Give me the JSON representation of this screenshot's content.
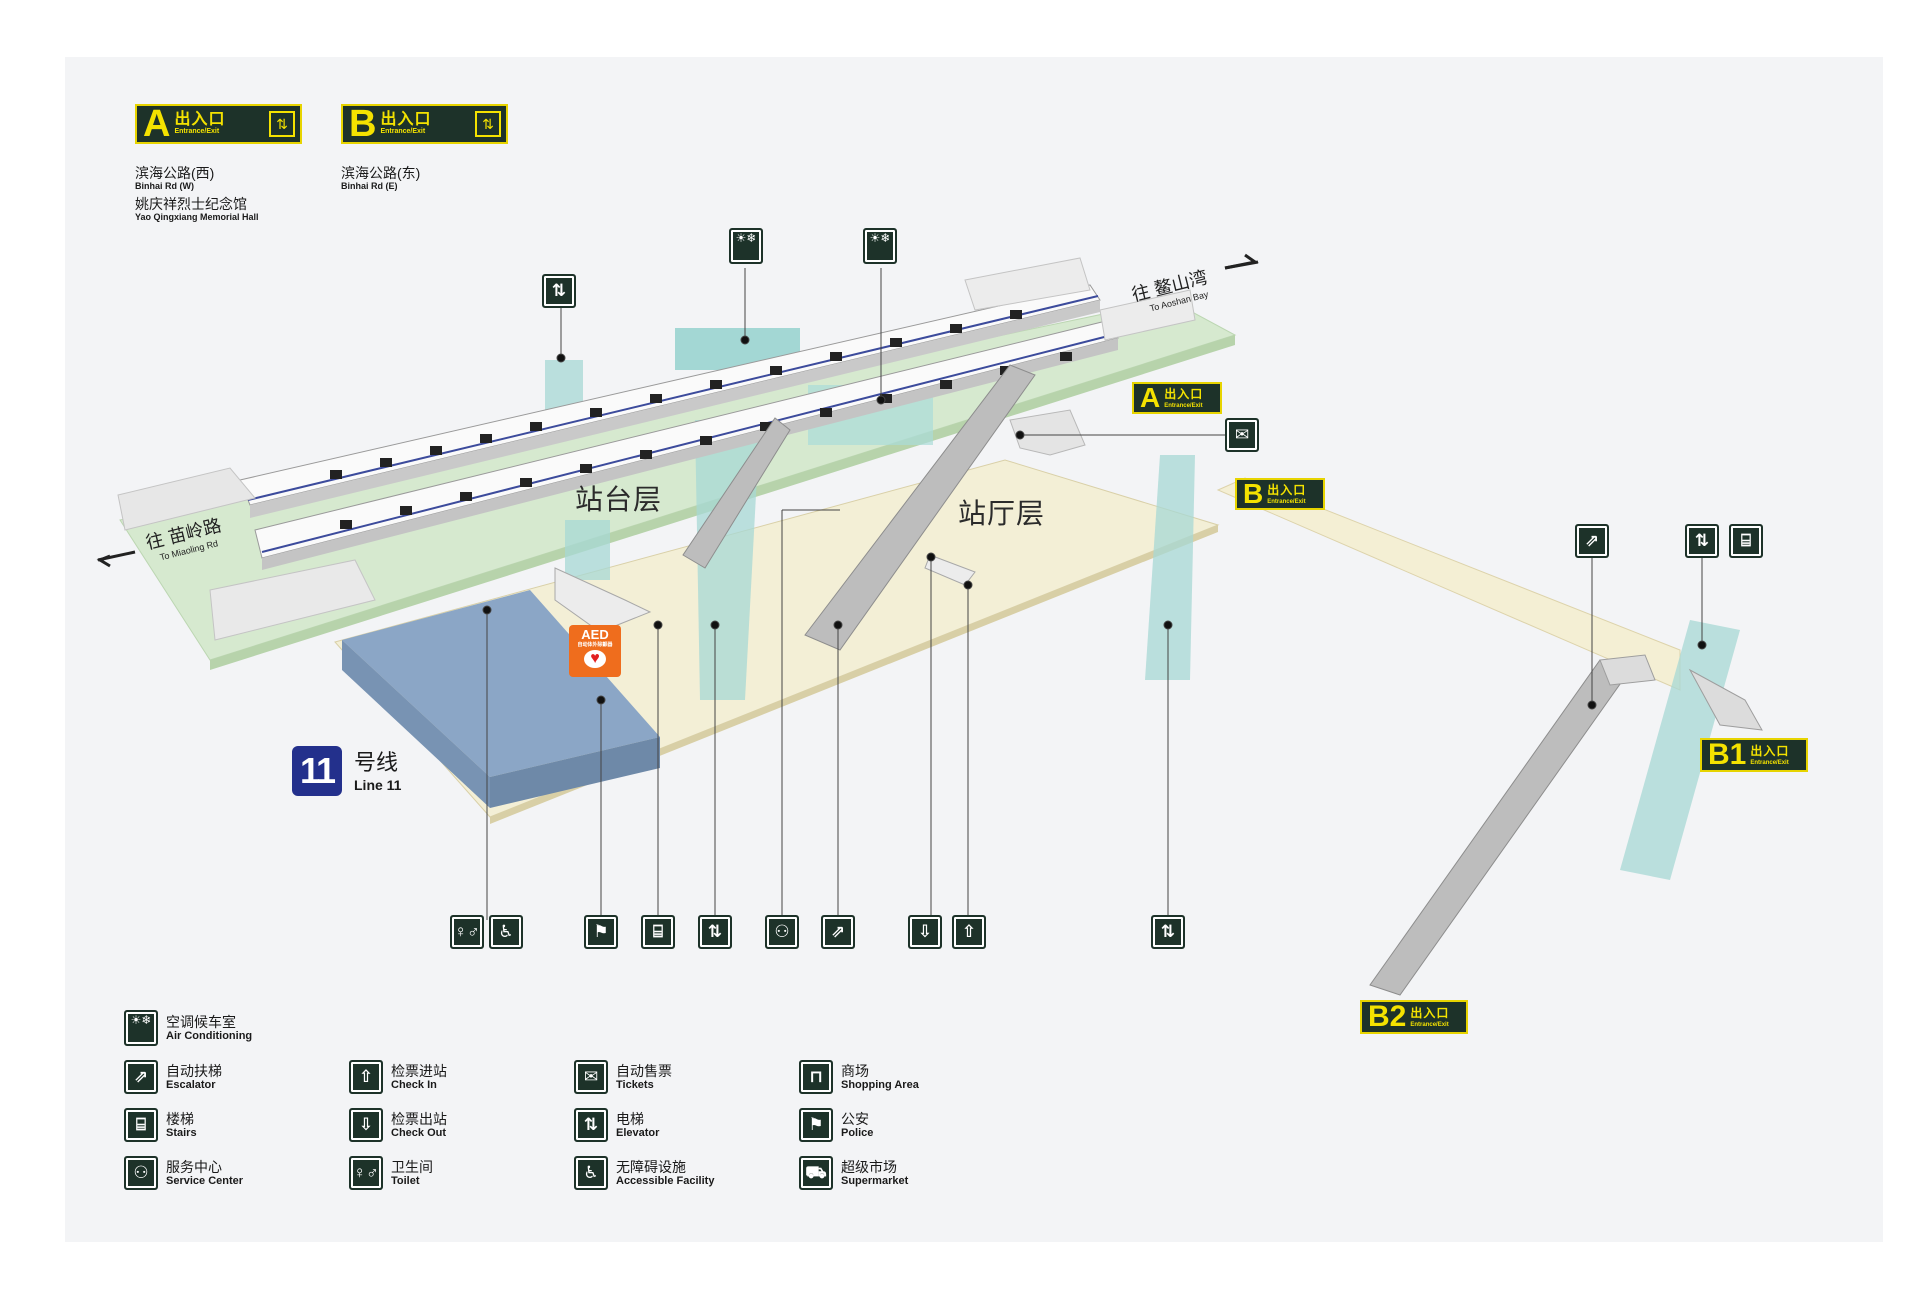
{
  "exits_header": [
    {
      "letter": "A",
      "cn": "出入口",
      "en": "Entrance/Exit",
      "addr": [
        {
          "cn": "滨海公路(西)",
          "en": "Binhai Rd (W)"
        },
        {
          "cn": "姚庆祥烈士纪念馆",
          "en": "Yao Qingxiang Memorial Hall"
        }
      ]
    },
    {
      "letter": "B",
      "cn": "出入口",
      "en": "Entrance/Exit",
      "addr": [
        {
          "cn": "滨海公路(东)",
          "en": "Binhai Rd (E)"
        }
      ]
    }
  ],
  "map": {
    "platform_label": "站台层",
    "concourse_label": "站厅层",
    "dir_east": {
      "cn": "往 鳌山湾",
      "en": "To Aoshan Bay"
    },
    "dir_west": {
      "cn": "往 苗岭路",
      "en": "To Miaoling Rd"
    },
    "line": {
      "number": "11",
      "cn": "号线",
      "en": "Line 11"
    },
    "aed": {
      "title": "AED",
      "sub": "自动体外除颤器"
    },
    "exit_signs": [
      {
        "letter": "A",
        "cn": "出入口",
        "en": "Entrance/Exit"
      },
      {
        "letter": "B",
        "cn": "出入口",
        "en": "Entrance/Exit"
      },
      {
        "letter": "B1",
        "cn": "出入口",
        "en": "Entrance/Exit"
      },
      {
        "letter": "B2",
        "cn": "出入口",
        "en": "Entrance/Exit"
      }
    ]
  },
  "icons": {
    "air": "☀❄",
    "escalator": "⇗",
    "stairs": "⌸",
    "service": "⚇",
    "checkin": "⇧",
    "checkout": "⇩",
    "toilet": "♀♂",
    "tickets": "✉",
    "elevator": "⇅",
    "accessible": "♿",
    "shopping": "⊓",
    "police": "⚑",
    "supermarket": "⛟"
  },
  "legend": [
    {
      "cn": "空调候车室",
      "en": "Air Conditioning",
      "icon": "air-conditioning-icon"
    },
    {
      "cn": "自动扶梯",
      "en": "Escalator",
      "icon": "escalator-icon"
    },
    {
      "cn": "楼梯",
      "en": "Stairs",
      "icon": "stairs-icon"
    },
    {
      "cn": "服务中心",
      "en": "Service Center",
      "icon": "service-center-icon"
    },
    {
      "cn": "检票进站",
      "en": "Check In",
      "icon": "check-in-icon"
    },
    {
      "cn": "检票出站",
      "en": "Check Out",
      "icon": "check-out-icon"
    },
    {
      "cn": "卫生间",
      "en": "Toilet",
      "icon": "toilet-icon"
    },
    {
      "cn": "自动售票",
      "en": "Tickets",
      "icon": "tickets-icon"
    },
    {
      "cn": "电梯",
      "en": "Elevator",
      "icon": "elevator-icon"
    },
    {
      "cn": "无障碍设施",
      "en": "Accessible Facility",
      "icon": "accessible-icon"
    },
    {
      "cn": "商场",
      "en": "Shopping Area",
      "icon": "shopping-icon"
    },
    {
      "cn": "公安",
      "en": "Police",
      "icon": "police-icon"
    },
    {
      "cn": "超级市场",
      "en": "Supermarket",
      "icon": "supermarket-icon"
    }
  ]
}
